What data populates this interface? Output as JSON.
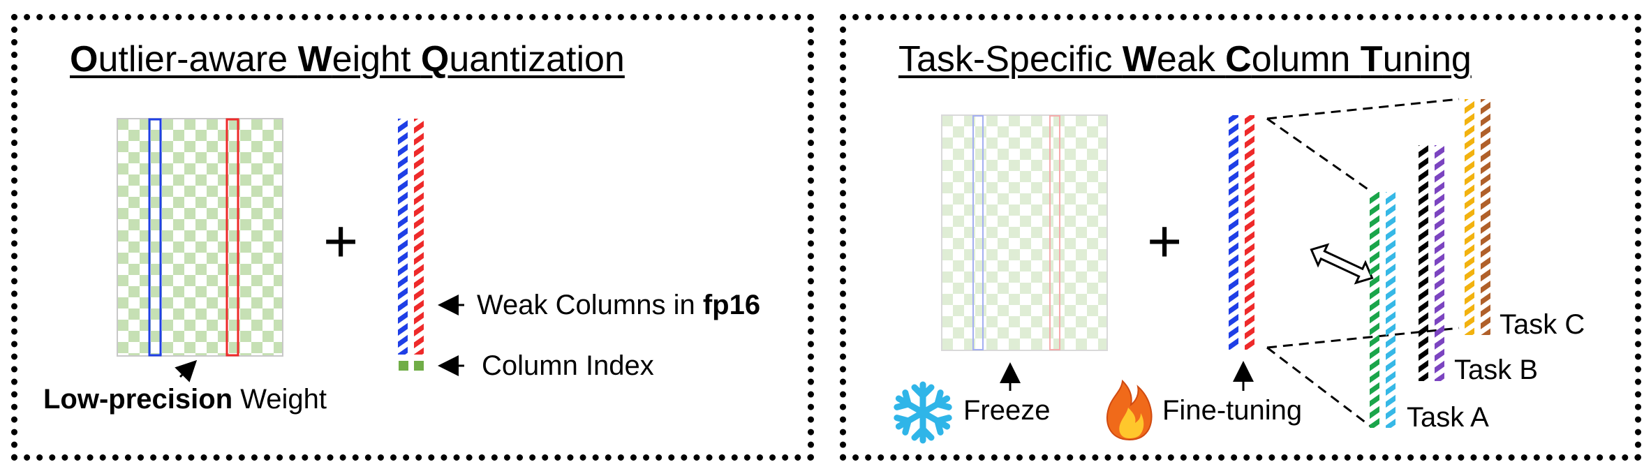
{
  "left_panel": {
    "title_parts": [
      {
        "text": "O",
        "bold": true
      },
      {
        "text": "utlier-aware ",
        "bold": false
      },
      {
        "text": "W",
        "bold": true
      },
      {
        "text": "eight ",
        "bold": false
      },
      {
        "text": "Q",
        "bold": true
      },
      {
        "text": "uantization",
        "bold": false
      }
    ],
    "plus": "+",
    "weak_columns_label": "Weak Columns in ",
    "weak_columns_format": "fp16",
    "column_index_label": "Column Index",
    "low_precision_bold": "Low-precision",
    "low_precision_rest": " Weight"
  },
  "right_panel": {
    "title_parts": [
      {
        "text": "Task-Specific ",
        "bold": false
      },
      {
        "text": "W",
        "bold": true
      },
      {
        "text": "eak ",
        "bold": false
      },
      {
        "text": "C",
        "bold": true
      },
      {
        "text": "olumn ",
        "bold": false
      },
      {
        "text": "T",
        "bold": true
      },
      {
        "text": "uning",
        "bold": false
      }
    ],
    "plus": "+",
    "freeze_label": "Freeze",
    "finetune_label": "Fine-tuning",
    "task_a": "Task A",
    "task_b": "Task B",
    "task_c": "Task C"
  },
  "colors": {
    "checker_green": "#c6e0b4",
    "blue_column": "#1f3fe6",
    "red_column": "#ee2a2a",
    "green_column": "#1aa54a",
    "cyan_column": "#36b8e6",
    "black_column": "#000000",
    "purple_column": "#7b44c0",
    "yellow_column": "#f2b20f",
    "brown_column": "#b0602a",
    "index_green": "#70ad47",
    "snowflake": "#2fb5e8",
    "flame_orange": "#f06a1a",
    "flame_yellow": "#ffc72c"
  },
  "icons": [
    "snowflake-icon",
    "fire-icon",
    "double-arrow-icon"
  ]
}
